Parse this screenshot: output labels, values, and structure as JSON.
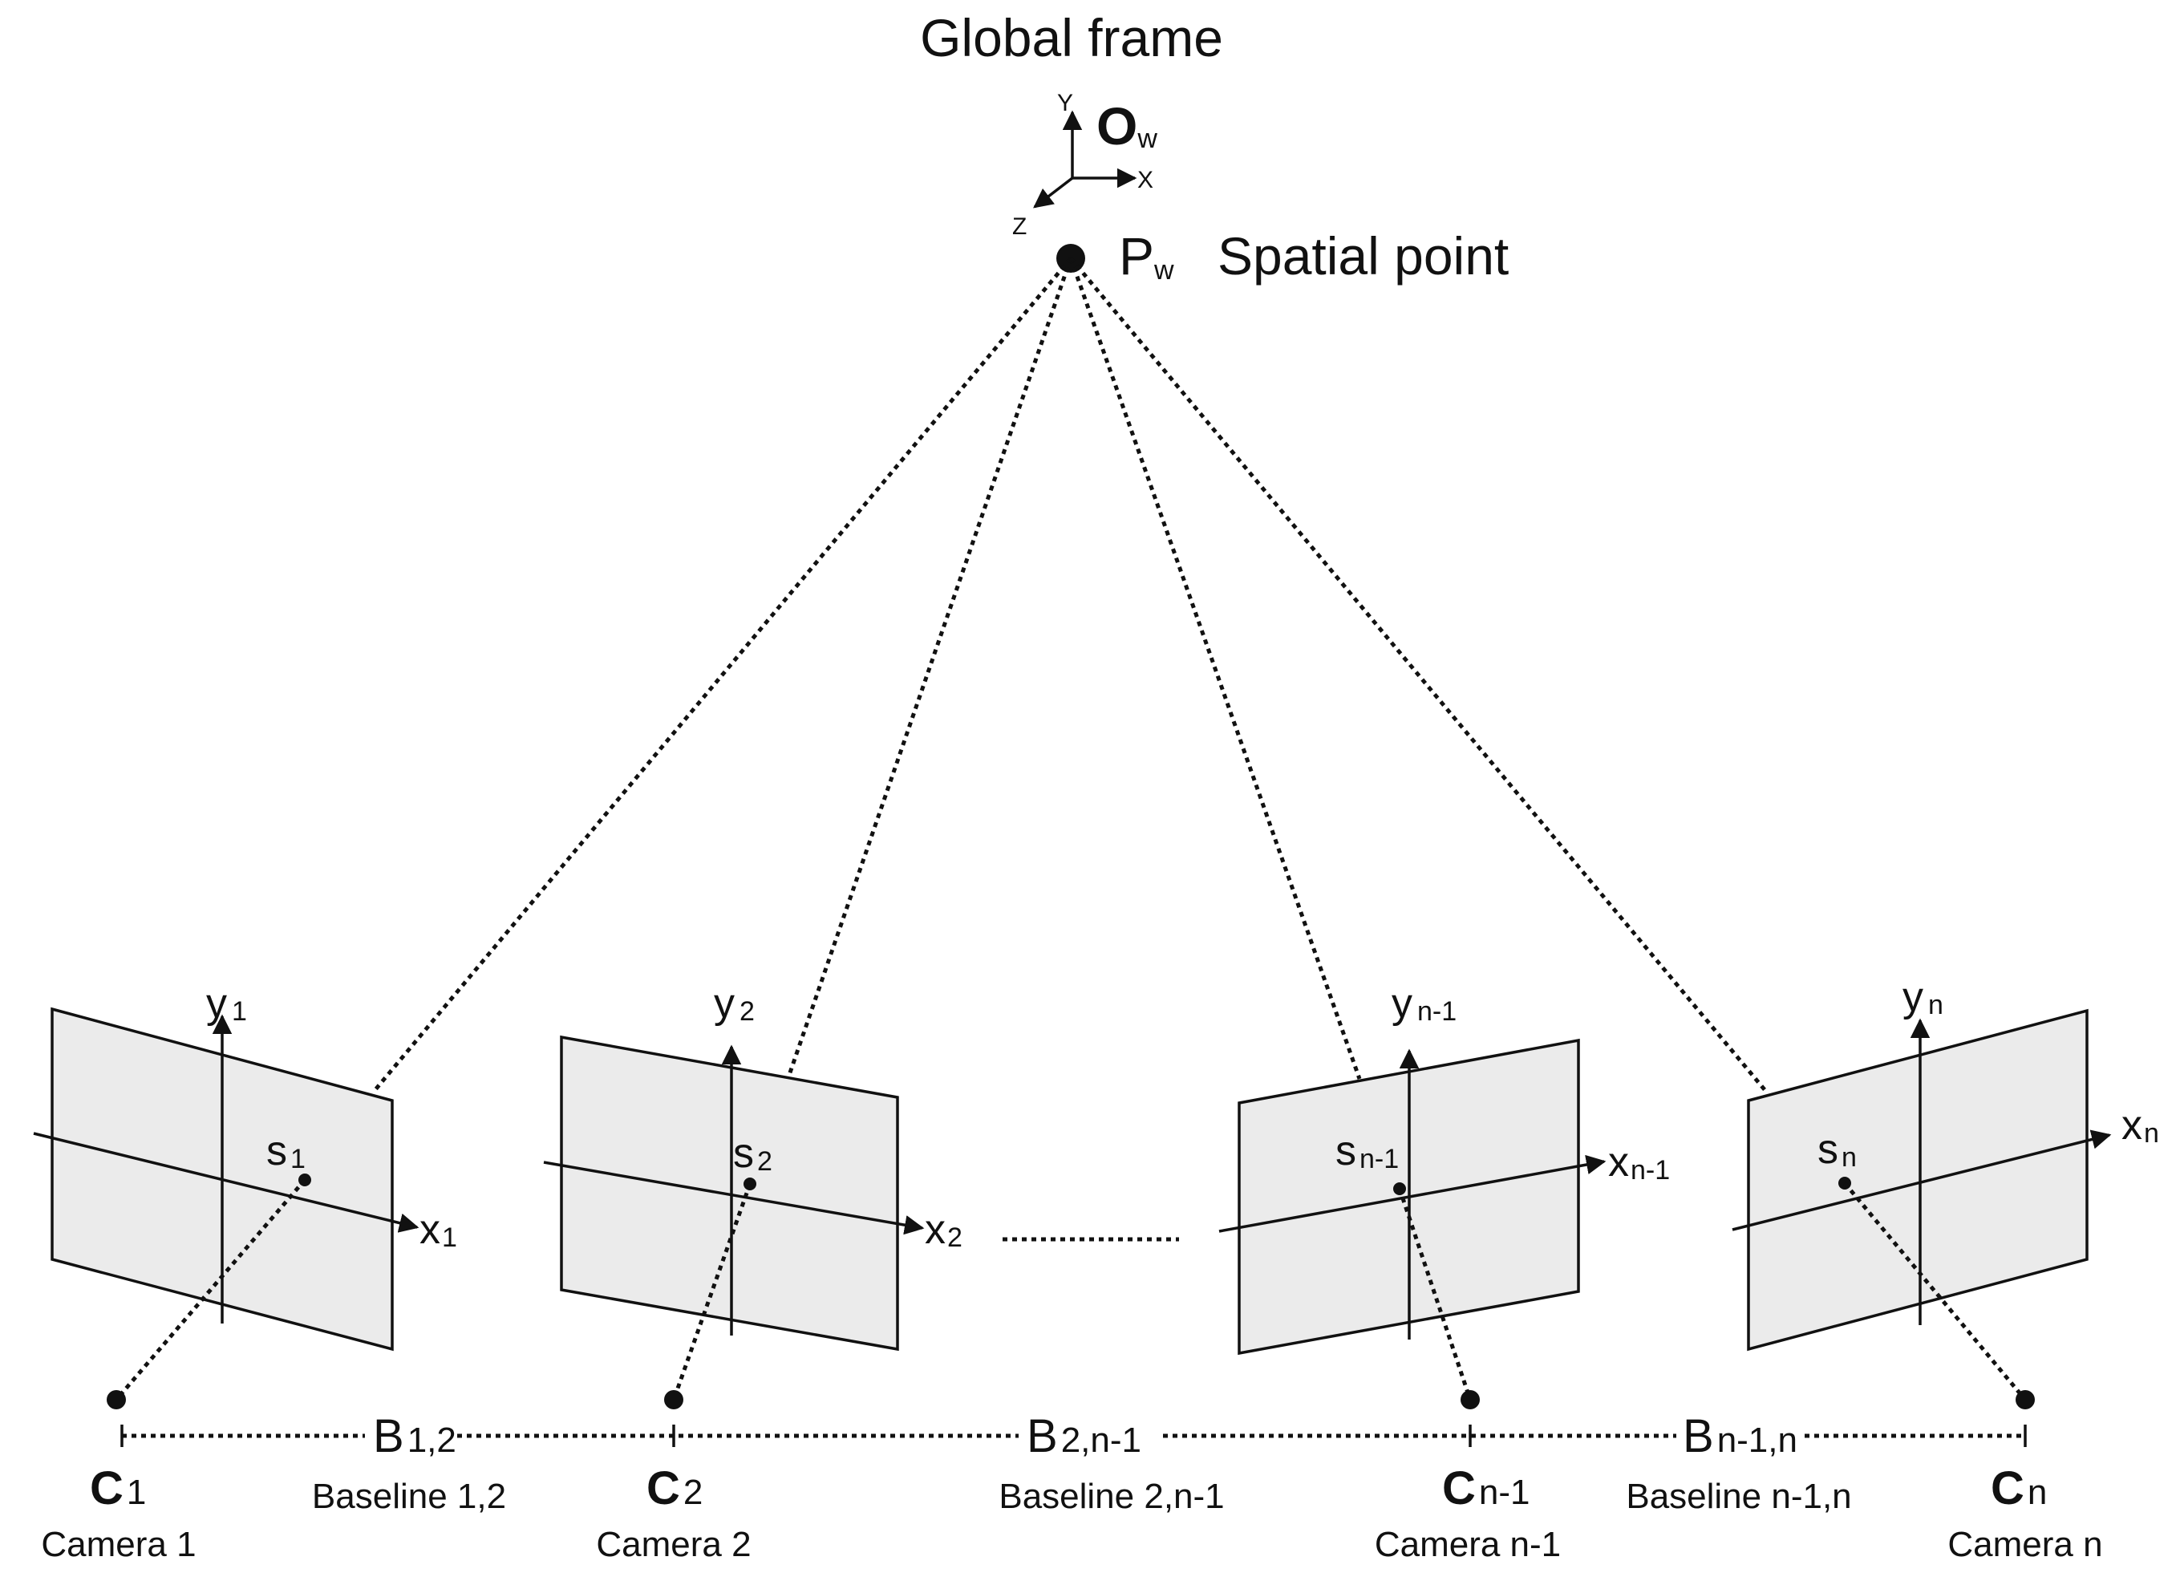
{
  "header": {
    "title": "Global frame",
    "world_origin": "O",
    "world_origin_sub": "w",
    "axis_x": "X",
    "axis_y": "Y",
    "axis_z": "Z"
  },
  "point": {
    "symbol": "P",
    "symbol_sub": "w",
    "label": "Spatial point"
  },
  "cameras": [
    {
      "center": "C",
      "center_sub": "1",
      "name": "Camera 1",
      "img_pt": "s",
      "img_pt_sub": "1",
      "x_axis": "x",
      "x_axis_sub": "1",
      "y_axis": "y",
      "y_axis_sub": "1"
    },
    {
      "center": "C",
      "center_sub": "2",
      "name": "Camera 2",
      "img_pt": "s",
      "img_pt_sub": "2",
      "x_axis": "x",
      "x_axis_sub": "2",
      "y_axis": "y",
      "y_axis_sub": "2"
    },
    {
      "center": "C",
      "center_sub": "n-1",
      "name": "Camera n-1",
      "img_pt": "s",
      "img_pt_sub": "n-1",
      "x_axis": "x",
      "x_axis_sub": "n-1",
      "y_axis": "y",
      "y_axis_sub": "n-1"
    },
    {
      "center": "C",
      "center_sub": "n",
      "name": "Camera n",
      "img_pt": "s",
      "img_pt_sub": "n",
      "x_axis": "x",
      "x_axis_sub": "n",
      "y_axis": "y",
      "y_axis_sub": "n"
    }
  ],
  "baselines": [
    {
      "symbol": "B",
      "symbol_sub": "1,2",
      "label": "Baseline 1,2"
    },
    {
      "symbol": "B",
      "symbol_sub": "2,n-1",
      "label": "Baseline 2,n-1"
    },
    {
      "symbol": "B",
      "symbol_sub": "n-1,n",
      "label": "Baseline n-1,n"
    }
  ]
}
